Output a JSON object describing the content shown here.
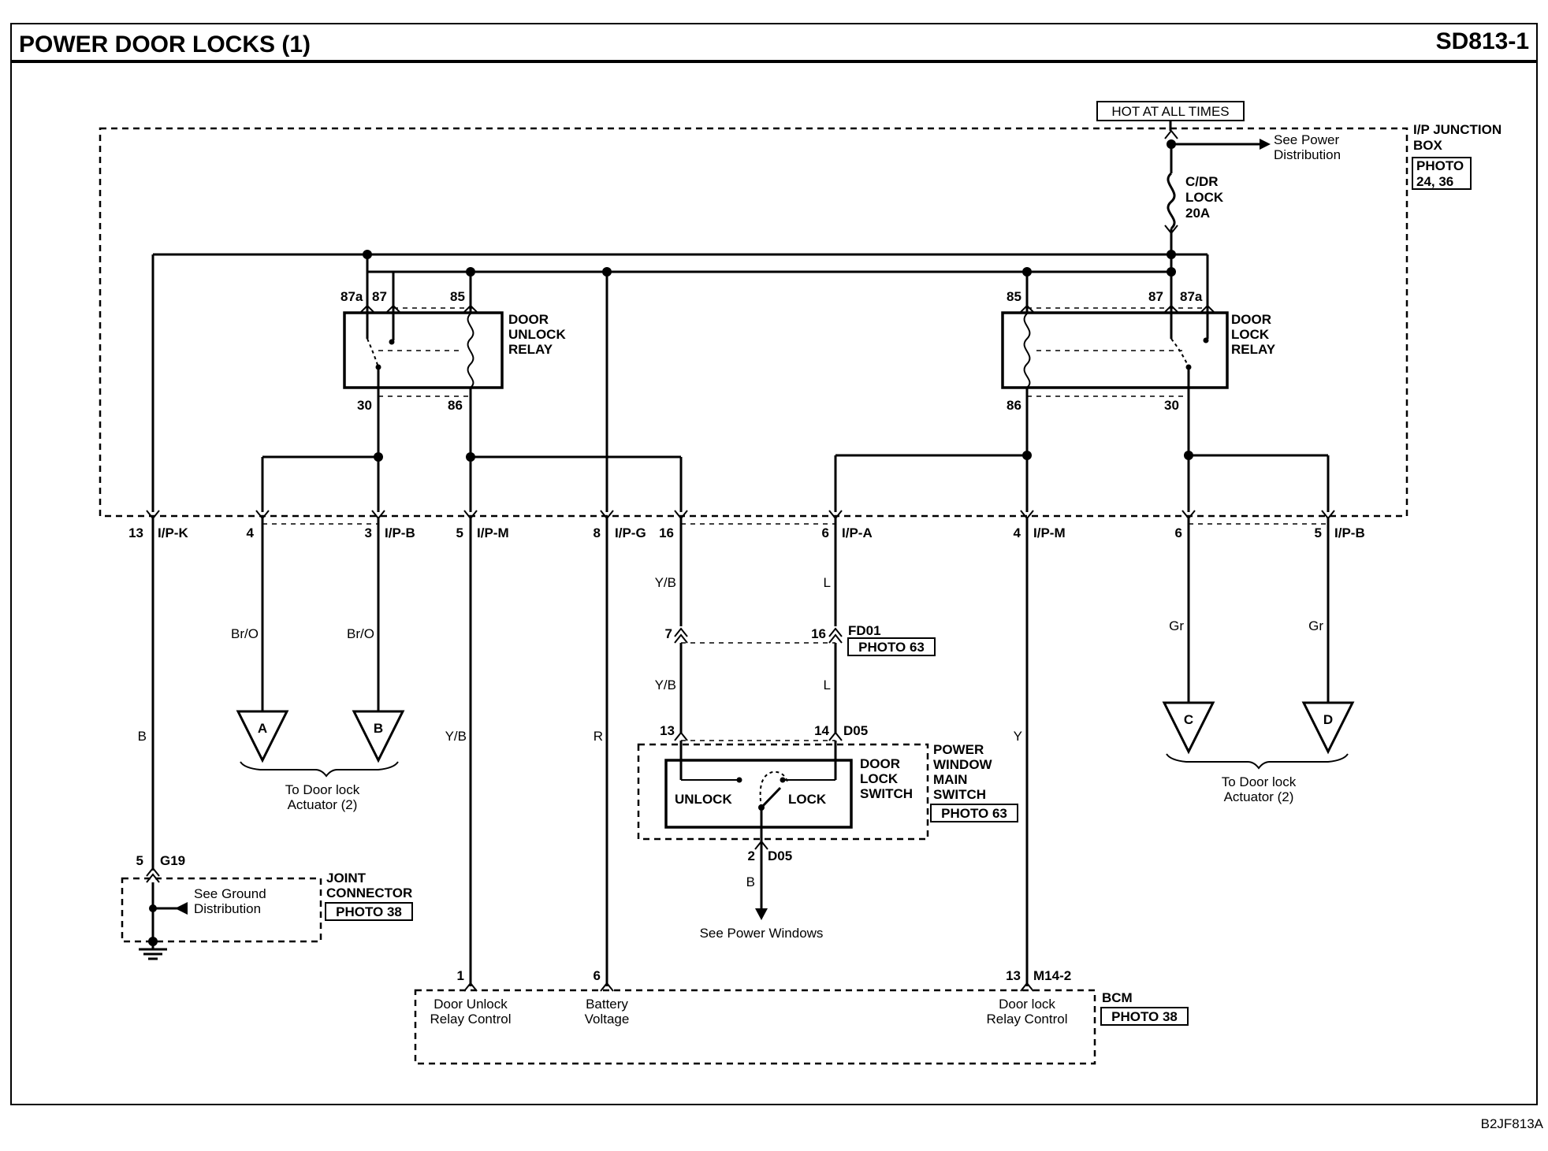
{
  "header": {
    "title": "POWER DOOR LOCKS (1)",
    "code": "SD813-1"
  },
  "footer": {
    "ref": "B2JF813A"
  },
  "junction_box": {
    "name_1": "I/P JUNCTION",
    "name_2": "BOX",
    "photo_1": "PHOTO",
    "photo_2": "24, 36"
  },
  "hot": {
    "label": "HOT AT ALL TIMES",
    "see_1": "See Power",
    "see_2": "Distribution"
  },
  "fuse": {
    "line_1": "C/DR",
    "line_2": "LOCK",
    "line_3": "20A"
  },
  "unlock_relay": {
    "line_1": "DOOR",
    "line_2": "UNLOCK",
    "line_3": "RELAY",
    "pin_87a": "87a",
    "pin_87": "87",
    "pin_85": "85",
    "pin_30": "30",
    "pin_86": "86"
  },
  "lock_relay": {
    "line_1": "DOOR",
    "line_2": "LOCK",
    "line_3": "RELAY",
    "pin_85": "85",
    "pin_87": "87",
    "pin_87a": "87a",
    "pin_86": "86",
    "pin_30": "30"
  },
  "jb_pins": {
    "p13": "13",
    "ipk": "I/P-K",
    "p4a": "4",
    "p3": "3",
    "ipb1": "I/P-B",
    "p5": "5",
    "ipm1": "I/P-M",
    "p8": "8",
    "ipg": "I/P-G",
    "p16": "16",
    "p6": "6",
    "ipa": "I/P-A",
    "p4b": "4",
    "ipm2": "I/P-M",
    "p6b": "6",
    "p5b": "5",
    "ipb2": "I/P-B"
  },
  "wires": {
    "b": "B",
    "bro1": "Br/O",
    "bro2": "Br/O",
    "yb": "Y/B",
    "r": "R",
    "yb2": "Y/B",
    "l1": "L",
    "yb3": "Y/B",
    "l2": "L",
    "y": "Y",
    "gr1": "Gr",
    "gr2": "Gr",
    "b2": "B"
  },
  "actuators": {
    "a": "A",
    "b": "B",
    "c": "C",
    "d": "D",
    "left_1": "To Door lock",
    "left_2": "Actuator (2)",
    "right_1": "To Door lock",
    "right_2": "Actuator (2)"
  },
  "fd01": {
    "name": "FD01",
    "photo": "PHOTO 63",
    "pin7": "7",
    "pin16": "16"
  },
  "d05": {
    "name": "D05",
    "pin13": "13",
    "pin14": "14",
    "pin2": "2",
    "name2": "D05"
  },
  "switch": {
    "unlock": "UNLOCK",
    "lock": "LOCK",
    "sw_1": "DOOR",
    "sw_2": "LOCK",
    "sw_3": "SWITCH",
    "pw_1": "POWER",
    "pw_2": "WINDOW",
    "pw_3": "MAIN",
    "pw_4": "SWITCH",
    "photo": "PHOTO 63",
    "see": "See Power Windows"
  },
  "joint": {
    "pin": "5",
    "name": "G19",
    "line_1": "JOINT",
    "line_2": "CONNECTOR",
    "photo": "PHOTO 38",
    "see_1": "See Ground",
    "see_2": "Distribution"
  },
  "bcm": {
    "name": "BCM",
    "photo": "PHOTO 38",
    "pin1": "1",
    "pin6": "6",
    "pin13": "13",
    "conn": "M14-2",
    "t1_1": "Door Unlock",
    "t1_2": "Relay Control",
    "t2_1": "Battery",
    "t2_2": "Voltage",
    "t3_1": "Door lock",
    "t3_2": "Relay Control"
  }
}
